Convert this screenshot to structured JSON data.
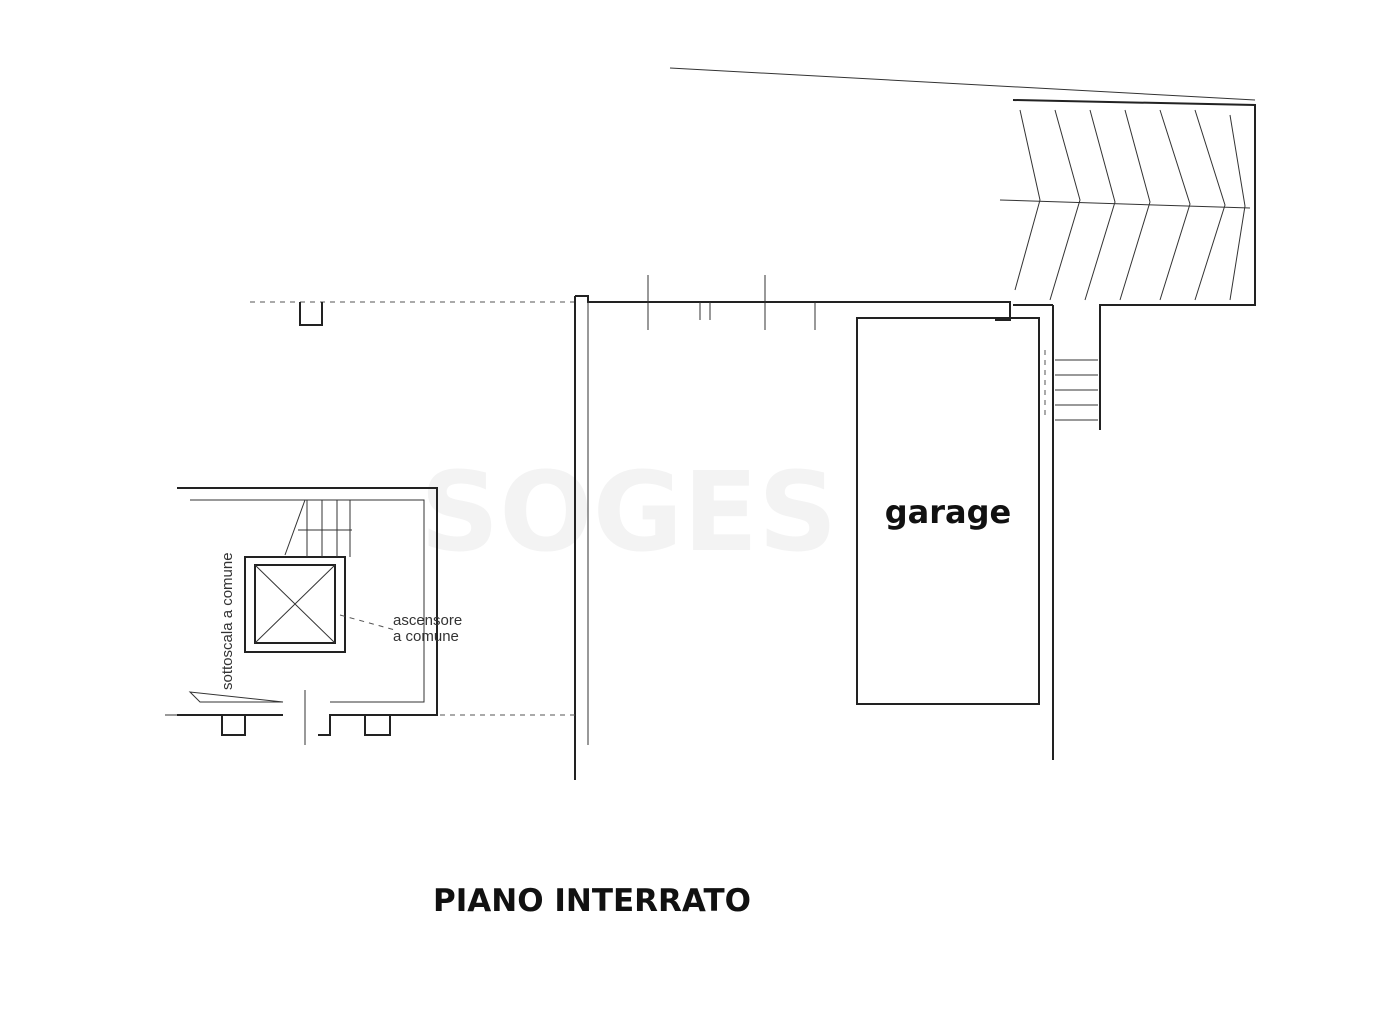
{
  "plan": {
    "title": "PIANO INTERRATO",
    "rooms": [
      {
        "label": "garage",
        "color": "#e8cfc4"
      }
    ],
    "annotations": {
      "under_stairs": "sottoscala a comune",
      "lift_line1": "ascensore",
      "lift_line2": "a comune"
    },
    "watermark": "SOGES"
  }
}
